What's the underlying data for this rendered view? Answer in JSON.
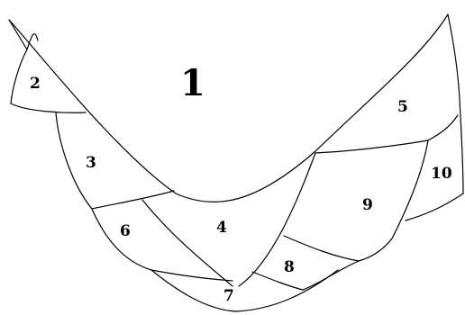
{
  "regions": [
    {
      "id": "r1",
      "label": "1"
    },
    {
      "id": "r2",
      "label": "2"
    },
    {
      "id": "r3",
      "label": "3"
    },
    {
      "id": "r4",
      "label": "4"
    },
    {
      "id": "r5",
      "label": "5"
    },
    {
      "id": "r6",
      "label": "6"
    },
    {
      "id": "r7",
      "label": "7"
    },
    {
      "id": "r8",
      "label": "8"
    },
    {
      "id": "r9",
      "label": "9"
    },
    {
      "id": "r10",
      "label": "10"
    }
  ],
  "colors": {
    "line": "#000000",
    "background": "#ffffff"
  }
}
